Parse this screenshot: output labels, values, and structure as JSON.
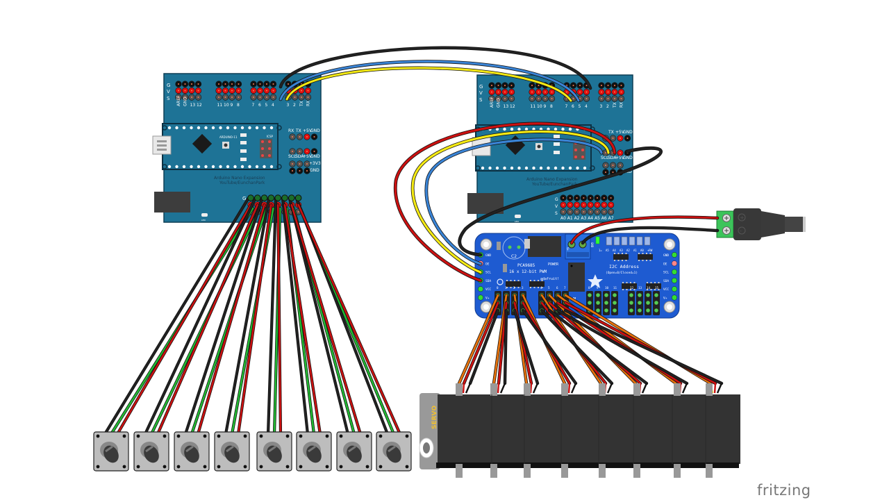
{
  "diagram": {
    "software": "fritzing",
    "boards": {
      "nano_left": {
        "title": "Arduino Nano Expansion",
        "subtitle": "YouTube/EunchanPark",
        "row_labels": [
          "G",
          "V",
          "S"
        ],
        "digital_pins": [
          "AREF",
          "GND",
          "13",
          "12",
          "11",
          "10",
          "9",
          "8",
          "7",
          "6",
          "5",
          "4",
          "3",
          "2",
          "TX",
          "RX"
        ],
        "serial_labels": [
          "RX",
          "TX",
          "+5V",
          "GND"
        ],
        "i2c_labels": [
          "SCL",
          "SDA",
          "+5V",
          "GND"
        ],
        "power_labels": [
          "+3V3",
          "GND"
        ],
        "analog_header_label": "G",
        "led_label": "LED",
        "nano_label": "ARDUINO-11",
        "icsp_label": "ICSP"
      },
      "nano_right": {
        "title": "Arduino Nano Expansion",
        "subtitle": "YouTube/EunchanPark",
        "row_labels": [
          "G",
          "V",
          "S"
        ],
        "digital_pins": [
          "AREF",
          "GND",
          "13",
          "12",
          "11",
          "10",
          "9",
          "8",
          "7",
          "6",
          "5",
          "4",
          "3",
          "2",
          "TX",
          "RX"
        ],
        "serial_labels": [
          "TX",
          "+5V",
          "GND"
        ],
        "i2c_labels": [
          "SCL",
          "SDA",
          "+5V",
          "GND"
        ],
        "power_labels": [
          "GND"
        ],
        "analog_pins": [
          "A0",
          "A1",
          "A2",
          "A3",
          "A4",
          "A5",
          "A6",
          "A7"
        ],
        "led_label": "LED"
      },
      "pca9685": {
        "chip": "PCA9685",
        "description": "16 x 12-bit PWM",
        "brand": "adafruit!",
        "i2c_title": "I2C Address",
        "i2c_sub": "(Open=0/Closed=1)",
        "power_label": "POWER",
        "pwm_label": "PWM",
        "cap_label": "C2",
        "left_pins": [
          "GND",
          "OE",
          "SCL",
          "SDA",
          "VCC",
          "V+"
        ],
        "right_pins": [
          "GND",
          "OE",
          "SCL",
          "SDA",
          "VCC",
          "V+"
        ],
        "addr_labels": [
          "1=",
          "A5",
          "A4",
          "A3",
          "A2",
          "A1",
          "A0",
          "+RW"
        ],
        "channels": [
          "0",
          "1",
          "2",
          "3",
          "4",
          "5",
          "6",
          "7",
          "8",
          "9",
          "10",
          "11",
          "12",
          "13",
          "14",
          "15"
        ],
        "terminal_labels": [
          "V+",
          "GND"
        ]
      },
      "dc_jack": {
        "plus": "+",
        "minus": "-"
      },
      "servo": {
        "label": "SERVO",
        "count": 8
      },
      "potentiometers": {
        "count": 8
      }
    },
    "wire_colors": {
      "black": "#222222",
      "red": "#cc1111",
      "green": "#22bb33",
      "yellow": "#f5ea14",
      "blue": "#3a84d6",
      "orange": "#e8730c",
      "brown": "#8a4a1a"
    },
    "colors": {
      "nano_board": "#1e7396",
      "pca_board": "#1e5bd1",
      "servo_body": "#333333",
      "pot_body": "#bdbdbd"
    }
  }
}
